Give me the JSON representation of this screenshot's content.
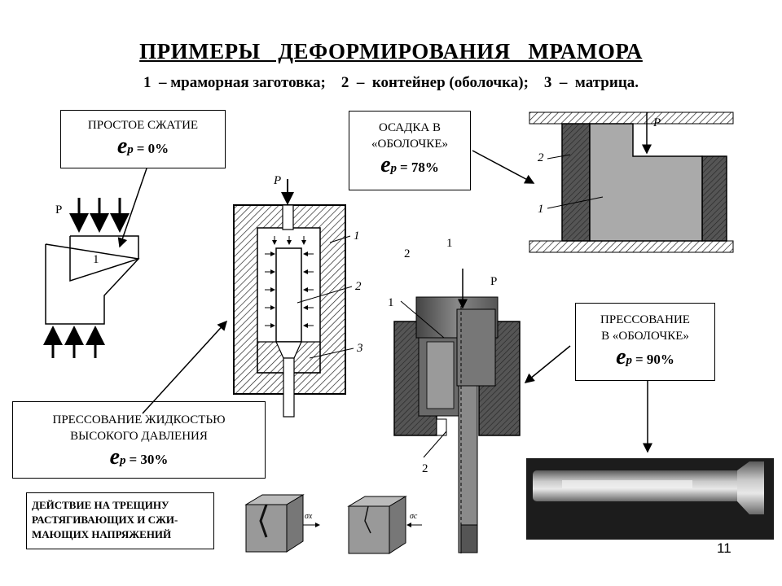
{
  "title": "ПРИМЕРЫ   ДЕФОРМИРОВАНИЯ   МРАМОРА",
  "legend": "1  – мраморная заготовка;    2  –  контейнер (оболочка);    3  –  матрица.",
  "e_symbol": "e",
  "e_sub": "р",
  "boxes": {
    "simple": {
      "line1": "ПРОСТОЕ СЖАТИЕ",
      "value": "= 0%"
    },
    "upset": {
      "line1": "ОСАДКА  В",
      "line2": "«ОБОЛОЧКЕ»",
      "value": "= 78%"
    },
    "liquid": {
      "line1": "ПРЕССОВАНИЕ ЖИДКОСТЬЮ",
      "line2": "ВЫСОКОГО ДАВЛЕНИЯ",
      "value": "= 30%"
    },
    "press_shell": {
      "line1": "ПРЕССОВАНИЕ",
      "line2": "В  «ОБОЛОЧКЕ»",
      "value": "= 90%"
    },
    "crack": {
      "line1": "ДЕЙСТВИЕ НА ТРЕЩИНУ",
      "line2": "РАСТЯГИВАЮЩИХ И СЖИ-",
      "line3": "МАЮЩИХ НАПРЯЖЕНИЙ"
    }
  },
  "labels": {
    "P": "P",
    "one": "1",
    "two": "2",
    "three": "3",
    "sigma_x": "σx",
    "sigma_c": "σc"
  },
  "page_number": "11"
}
